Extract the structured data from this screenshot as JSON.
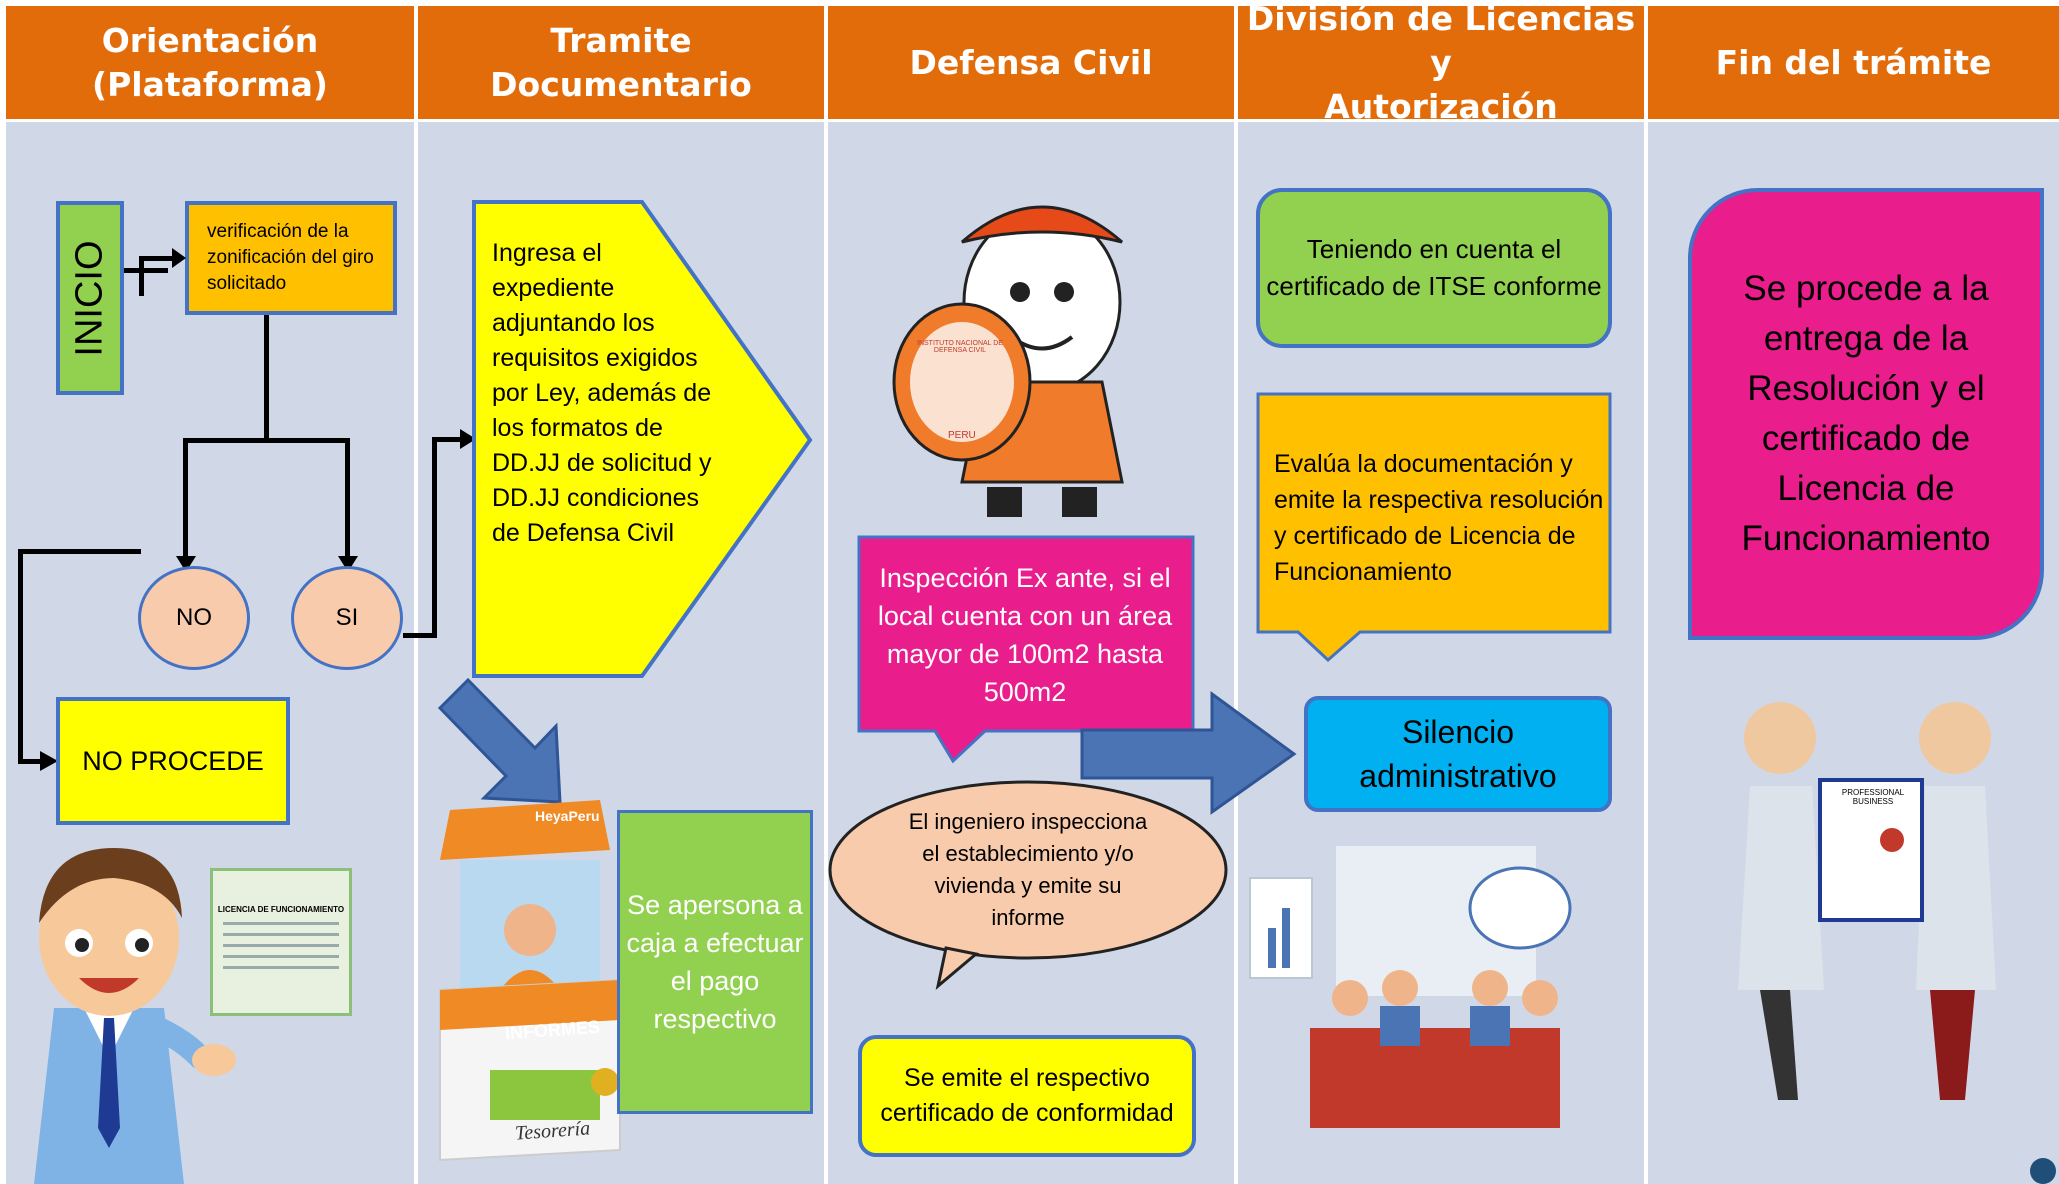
{
  "lanes": [
    {
      "title": "Orientación\n(Plataforma)"
    },
    {
      "title": "Tramite Documentario"
    },
    {
      "title": "Defensa Civil"
    },
    {
      "title": "División de Licencias y\nAutorización"
    },
    {
      "title": "Fin del trámite"
    }
  ],
  "lane1": {
    "inicio": "INICIO",
    "verificacion": "verificación de la zonificación del giro solicitado",
    "no": "NO",
    "si": "SI",
    "no_procede": "NO PROCEDE",
    "cert_title": "LICENCIA DE FUNCIONAMIENTO"
  },
  "lane2": {
    "ingresa": "Ingresa el expediente adjuntando los requisitos exigidos por Ley, además de los formatos de DD.JJ de solicitud y DD.JJ condiciones de Defensa Civil",
    "caja": "Se apersona a caja a efectuar el pago respectivo",
    "kiosk_brand": "HeyaPeru",
    "kiosk_sign": "INFORMES",
    "kiosk_tesoreria": "Tesorería"
  },
  "lane3": {
    "inspeccion": "Inspección Ex ante, si el local cuenta con un área mayor de 100m2 hasta 500m2",
    "ingeniero": "El ingeniero inspecciona el establecimiento y/o vivienda y emite su informe",
    "emite": "Se emite el respectivo certificado de conformidad",
    "shield_text": "INSTITUTO NACIONAL DE DEFENSA CIVIL",
    "shield_peru": "PERU"
  },
  "lane4": {
    "teniendo": "Teniendo en cuenta el certificado de ITSE conforme",
    "evalua": "Evalúa la documentación y emite la respectiva resolución y certificado de Licencia de Funcionamiento",
    "silencio": "Silencio administrativo"
  },
  "lane5": {
    "entrega": "Se procede a la entrega de la Resolución y el certificado de Licencia de Funcionamiento",
    "cert_label": "PROFESSIONAL BUSINESS"
  },
  "colors": {
    "header": "#e36c0a",
    "lane": "#d0d8e8",
    "green": "#92d050",
    "orange": "#ffc000",
    "yellow": "#ffff00",
    "magenta": "#e91e8c",
    "cyan": "#00b0f0",
    "peach": "#f8cbad",
    "border_blue": "#4472c4"
  }
}
